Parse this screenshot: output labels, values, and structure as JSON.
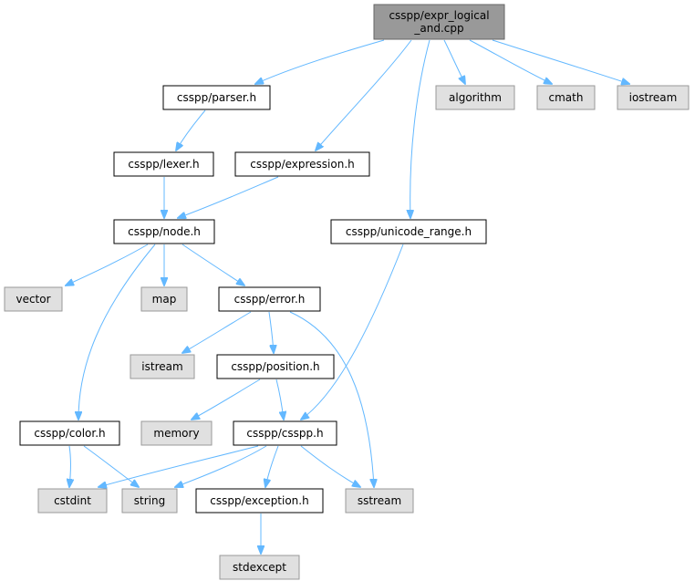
{
  "colors": {
    "root_fill": "#999999",
    "root_stroke": "#666666",
    "local_fill": "#ffffff",
    "local_stroke": "#000000",
    "system_fill": "#e0e0e0",
    "system_stroke": "#999999",
    "edge": "#63b8ff"
  },
  "nodes": [
    {
      "id": "root",
      "kind": "root",
      "lines": [
        "csspp/expr_logical",
        "_and.cpp"
      ]
    },
    {
      "id": "parser",
      "kind": "local",
      "lines": [
        "csspp/parser.h"
      ]
    },
    {
      "id": "algorithm",
      "kind": "system",
      "lines": [
        "algorithm"
      ]
    },
    {
      "id": "cmath",
      "kind": "system",
      "lines": [
        "cmath"
      ]
    },
    {
      "id": "iostream",
      "kind": "system",
      "lines": [
        "iostream"
      ]
    },
    {
      "id": "lexer",
      "kind": "local",
      "lines": [
        "csspp/lexer.h"
      ]
    },
    {
      "id": "expression",
      "kind": "local",
      "lines": [
        "csspp/expression.h"
      ]
    },
    {
      "id": "node",
      "kind": "local",
      "lines": [
        "csspp/node.h"
      ]
    },
    {
      "id": "unicode_range",
      "kind": "local",
      "lines": [
        "csspp/unicode_range.h"
      ]
    },
    {
      "id": "vector",
      "kind": "system",
      "lines": [
        "vector"
      ]
    },
    {
      "id": "map",
      "kind": "system",
      "lines": [
        "map"
      ]
    },
    {
      "id": "error",
      "kind": "local",
      "lines": [
        "csspp/error.h"
      ]
    },
    {
      "id": "istream",
      "kind": "system",
      "lines": [
        "istream"
      ]
    },
    {
      "id": "position",
      "kind": "local",
      "lines": [
        "csspp/position.h"
      ]
    },
    {
      "id": "memory",
      "kind": "system",
      "lines": [
        "memory"
      ]
    },
    {
      "id": "csspp",
      "kind": "local",
      "lines": [
        "csspp/csspp.h"
      ]
    },
    {
      "id": "color",
      "kind": "local",
      "lines": [
        "csspp/color.h"
      ]
    },
    {
      "id": "cstdint",
      "kind": "system",
      "lines": [
        "cstdint"
      ]
    },
    {
      "id": "string",
      "kind": "system",
      "lines": [
        "string"
      ]
    },
    {
      "id": "exception",
      "kind": "local",
      "lines": [
        "csspp/exception.h"
      ]
    },
    {
      "id": "sstream",
      "kind": "system",
      "lines": [
        "sstream"
      ]
    },
    {
      "id": "stdexcept",
      "kind": "system",
      "lines": [
        "stdexcept"
      ]
    }
  ],
  "edges": [
    {
      "from": "root",
      "to": "parser"
    },
    {
      "from": "root",
      "to": "expression"
    },
    {
      "from": "root",
      "to": "unicode_range"
    },
    {
      "from": "root",
      "to": "algorithm"
    },
    {
      "from": "root",
      "to": "cmath"
    },
    {
      "from": "root",
      "to": "iostream"
    },
    {
      "from": "parser",
      "to": "lexer"
    },
    {
      "from": "lexer",
      "to": "node"
    },
    {
      "from": "expression",
      "to": "node"
    },
    {
      "from": "node",
      "to": "vector"
    },
    {
      "from": "node",
      "to": "map"
    },
    {
      "from": "node",
      "to": "error"
    },
    {
      "from": "node",
      "to": "color"
    },
    {
      "from": "error",
      "to": "istream"
    },
    {
      "from": "error",
      "to": "position"
    },
    {
      "from": "error",
      "to": "sstream"
    },
    {
      "from": "position",
      "to": "memory"
    },
    {
      "from": "position",
      "to": "csspp"
    },
    {
      "from": "unicode_range",
      "to": "csspp"
    },
    {
      "from": "color",
      "to": "cstdint"
    },
    {
      "from": "color",
      "to": "string"
    },
    {
      "from": "csspp",
      "to": "cstdint"
    },
    {
      "from": "csspp",
      "to": "string"
    },
    {
      "from": "csspp",
      "to": "exception"
    },
    {
      "from": "csspp",
      "to": "sstream"
    },
    {
      "from": "exception",
      "to": "stdexcept"
    }
  ]
}
